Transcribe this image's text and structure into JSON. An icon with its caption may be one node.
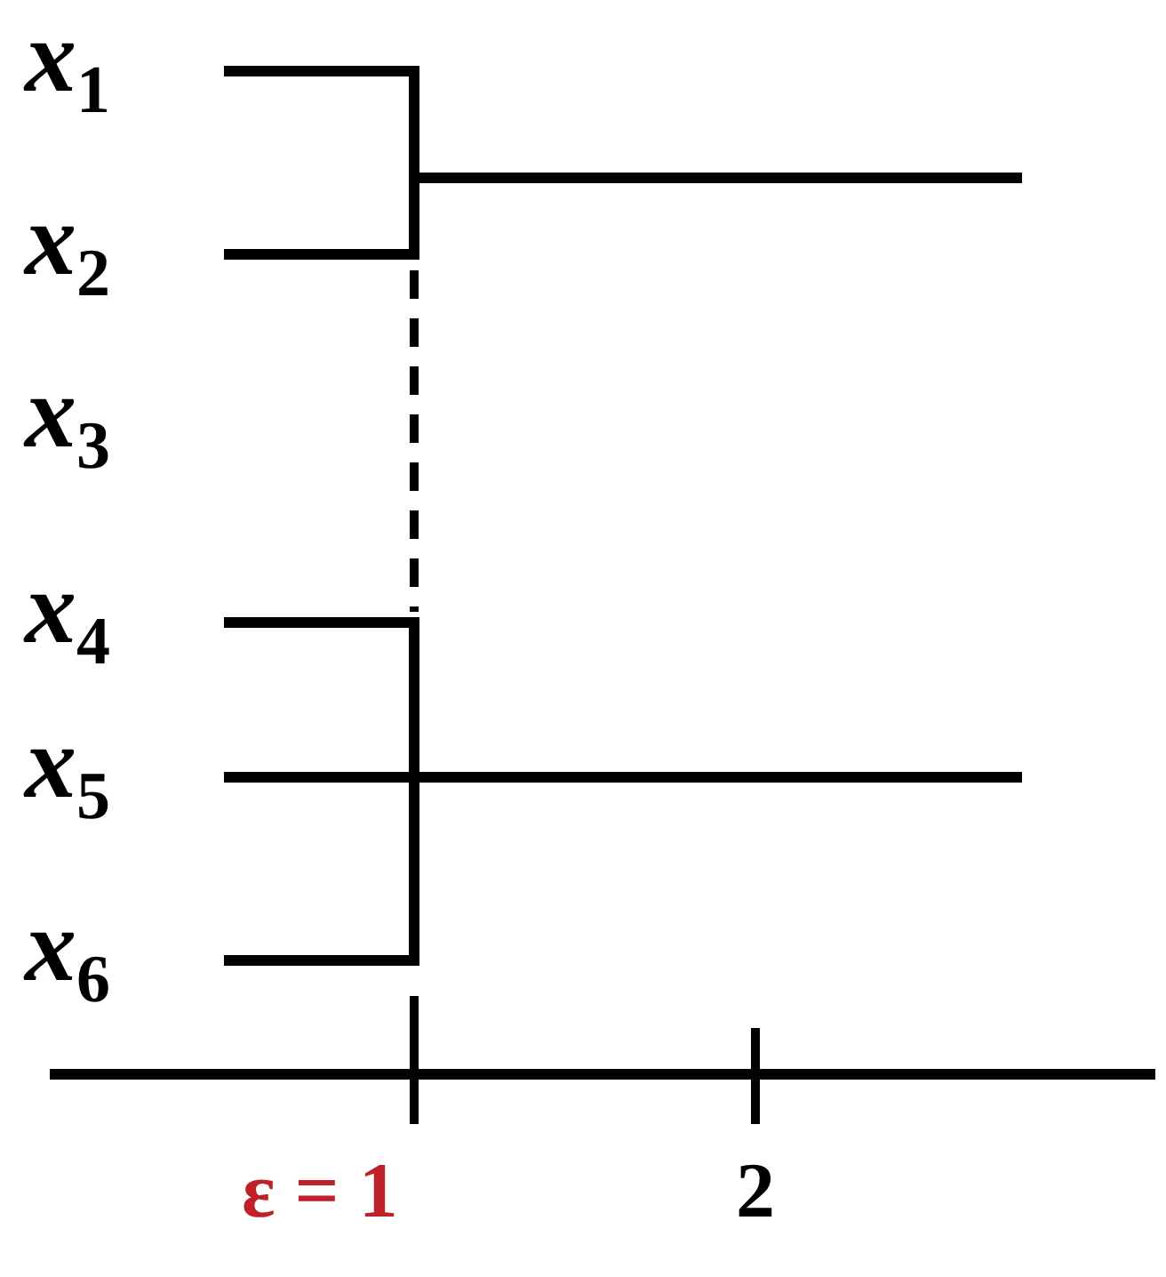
{
  "diagram": {
    "nodes": [
      {
        "text": [
          "*x*$_{1}$"
        ]
      },
      {
        "text": [
          "*x*$_{2}$"
        ]
      },
      {
        "text": [
          "*x*$_{3}$"
        ]
      },
      {
        "text": [
          "*x*$_{4}$"
        ]
      },
      {
        "text": [
          "*x*$_{5}$"
        ]
      },
      {
        "text": [
          "*x*$_{6}$"
        ]
      }
    ],
    "edges": [
      {
        "from": 0,
        "to": null,
        "arrow": "none"
      },
      {
        "from": 1,
        "to": null,
        "arrow": "none"
      },
      {
        "from": 3,
        "to": null,
        "arrow": "none"
      },
      {
        "from": 4,
        "to": null,
        "arrow": "none"
      },
      {
        "from": 5,
        "to": null,
        "arrow": "none"
      }
    ],
    "labels": [
      "ε = 1",
      "2"
    ]
  }
}
